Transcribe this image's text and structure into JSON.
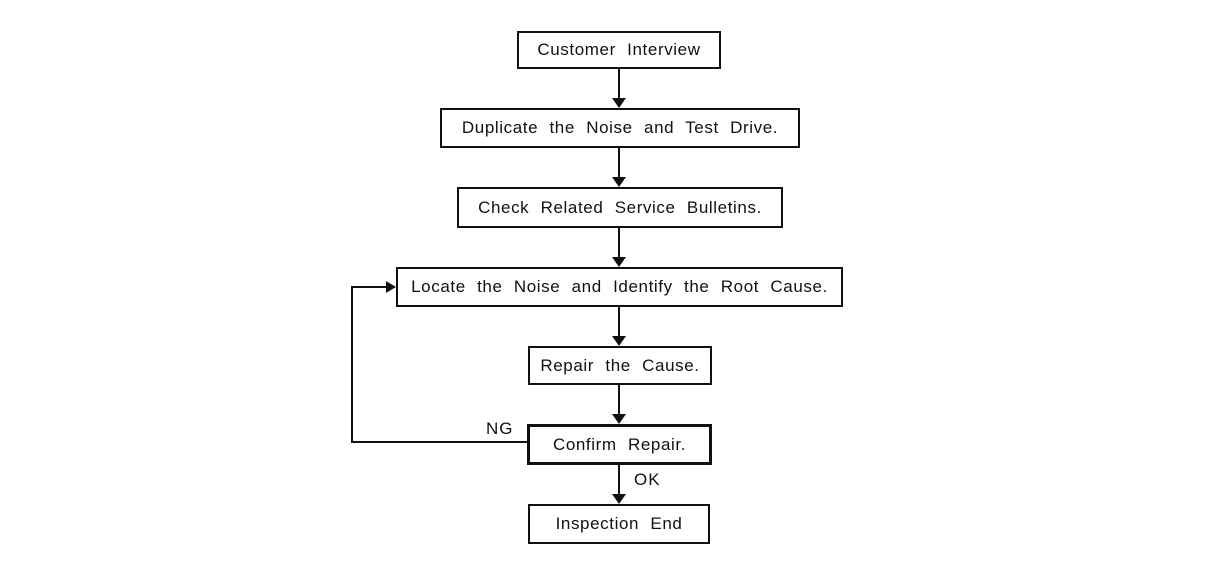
{
  "diagram": {
    "type": "flowchart",
    "nodes": [
      {
        "id": "customer-interview",
        "label": "Customer Interview"
      },
      {
        "id": "duplicate-noise-test-drive",
        "label": "Duplicate the Noise and Test Drive."
      },
      {
        "id": "check-service-bulletins",
        "label": "Check Related Service Bulletins."
      },
      {
        "id": "locate-noise-root-cause",
        "label": "Locate the Noise and Identify the Root Cause."
      },
      {
        "id": "repair-cause",
        "label": "Repair the Cause."
      },
      {
        "id": "confirm-repair",
        "label": "Confirm Repair."
      },
      {
        "id": "inspection-end",
        "label": "Inspection End"
      }
    ],
    "edges": [
      {
        "from": "customer-interview",
        "to": "duplicate-noise-test-drive"
      },
      {
        "from": "duplicate-noise-test-drive",
        "to": "check-service-bulletins"
      },
      {
        "from": "check-service-bulletins",
        "to": "locate-noise-root-cause"
      },
      {
        "from": "locate-noise-root-cause",
        "to": "repair-cause"
      },
      {
        "from": "repair-cause",
        "to": "confirm-repair"
      },
      {
        "from": "confirm-repair",
        "to": "inspection-end",
        "label": "OK"
      },
      {
        "from": "confirm-repair",
        "to": "locate-noise-root-cause",
        "label": "NG"
      }
    ],
    "edge_labels": {
      "ng": "NG",
      "ok": "OK"
    },
    "colors": {
      "line": "#111111",
      "text": "#111111",
      "background": "#ffffff"
    }
  }
}
